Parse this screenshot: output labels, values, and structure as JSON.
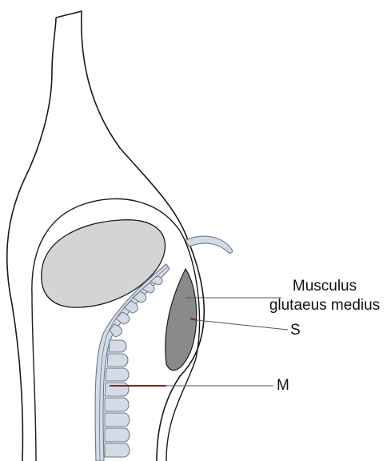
{
  "labels": {
    "muscle_line1": "Musculus",
    "muscle_line2": "glutaeus medius",
    "s": "S",
    "m": "M"
  },
  "colors": {
    "outline": "#1a1a1a",
    "oval_fill": "#d4d4d4",
    "muscle_fill": "#8a8a8a",
    "vertebrae_fill": "#d3dbe6",
    "vertebrae_stroke": "#6c7785",
    "measure_m": "#7a2a1f"
  }
}
